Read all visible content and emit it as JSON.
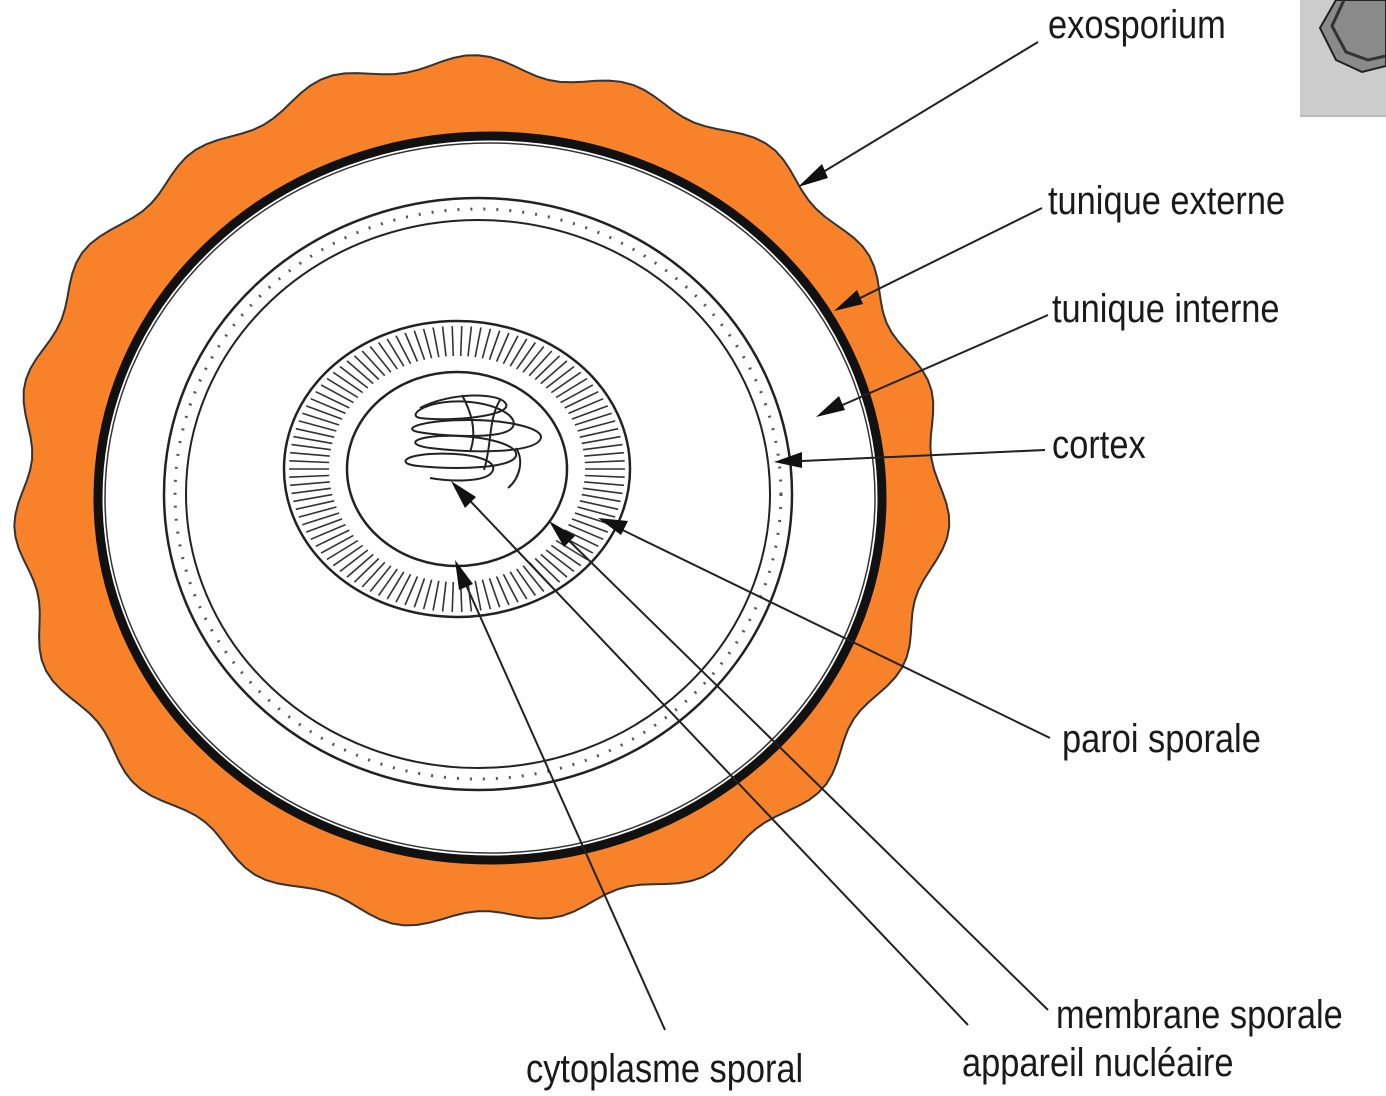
{
  "colors": {
    "exosporium_fill": "#F7822A",
    "outline": "#111111",
    "background": "#ffffff"
  },
  "labels": {
    "exosporium": "exosporium",
    "tunique_externe": "tunique externe",
    "tunique_interne": "tunique interne",
    "cortex": "cortex",
    "paroi_sporale": "paroi sporale",
    "membrane_sporale": "membrane sporale",
    "appareil_nucleaire": "appareil nucléaire",
    "cytoplasme_sporal": "cytoplasme sporal"
  }
}
